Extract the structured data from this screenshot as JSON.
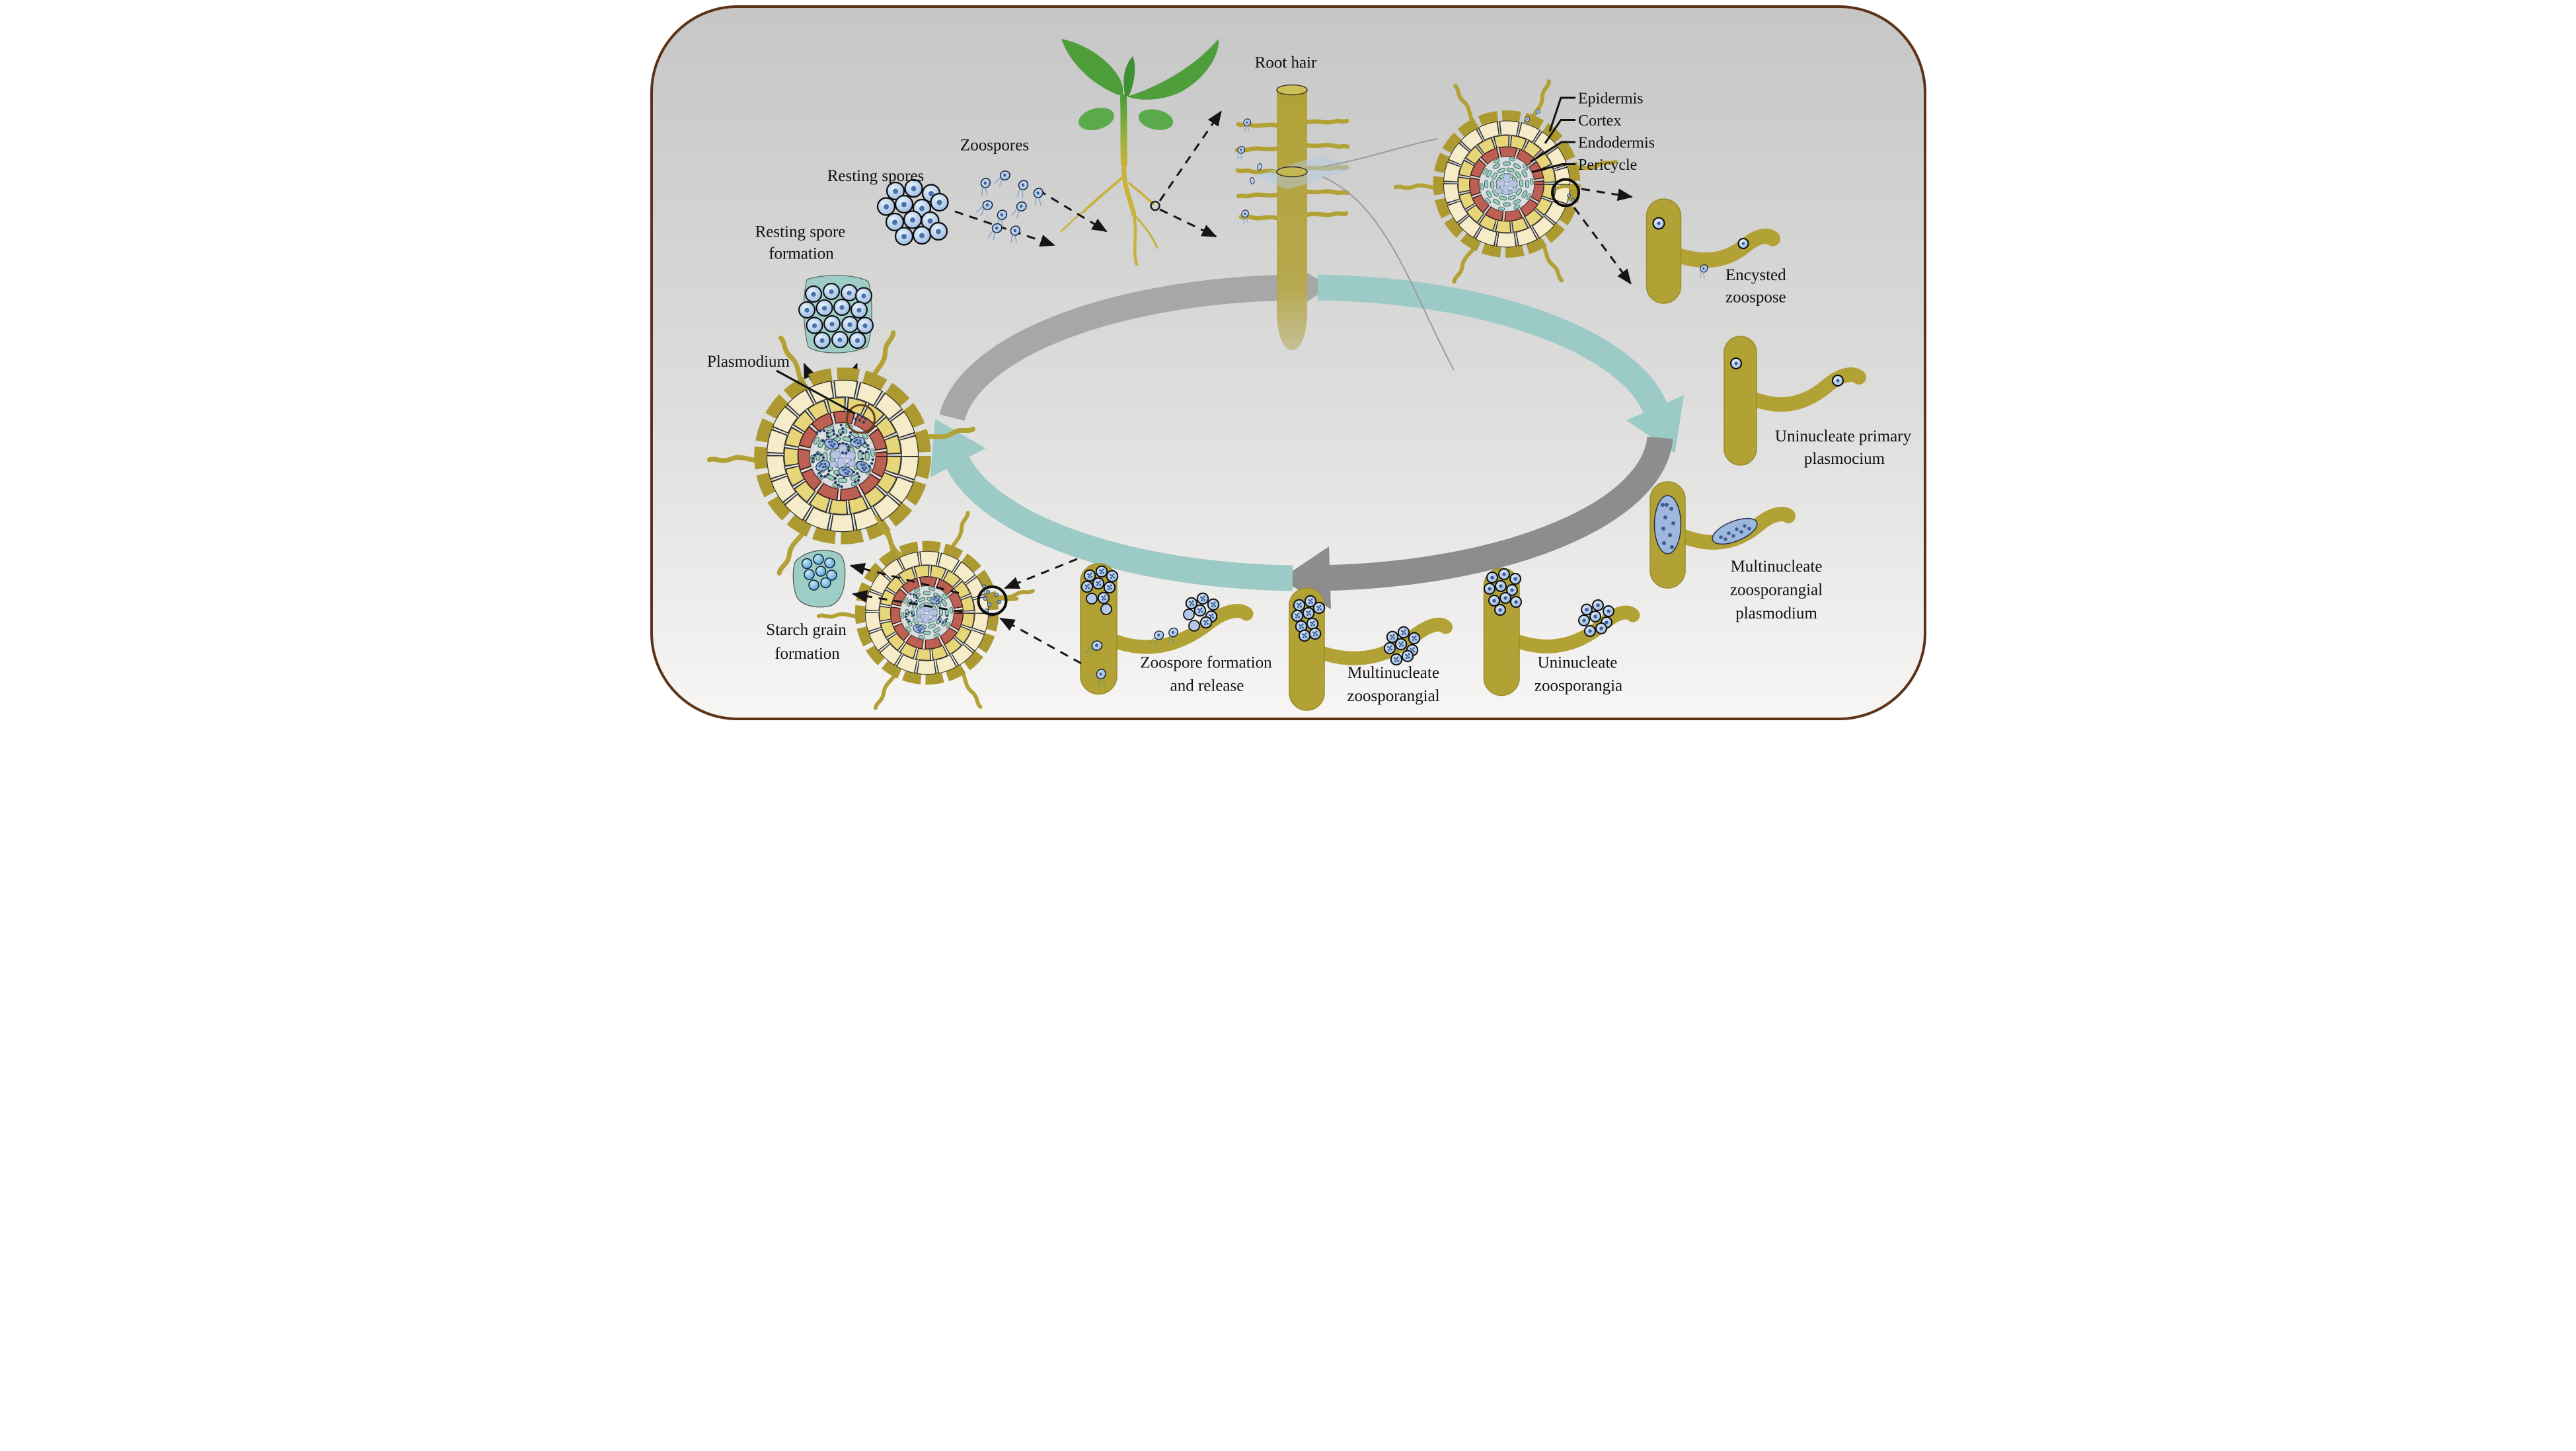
{
  "figure": {
    "description": "Life cycle diagram of a root-infecting pathogen drawn inside a rounded brown border"
  },
  "labels": {
    "zoospores": "Zoospores",
    "resting_spores": "Resting spores",
    "resting_spore_formation": [
      "Resting spore",
      "formation"
    ],
    "plasmodium": "Plasmodium",
    "root_hair": "Root hair",
    "layers": [
      "Epidermis",
      "Cortex",
      "Endodermis",
      "Pericycle"
    ],
    "encysted_zoospore": [
      "Encysted",
      "zoospose"
    ],
    "uninucleate_primary": [
      "Uninucleate primary",
      "plasmocium"
    ],
    "multinucleate_plasmodium": [
      "Multinucleate",
      "zoosporangial",
      "plasmodium"
    ],
    "uninucleate_zoosporangia": [
      "Uninucleate",
      "zoosporangia"
    ],
    "multinucleate_zoosporangial": [
      "Multinucleate",
      "zoosporangial"
    ],
    "zoospore_release": [
      "Zoospore formation",
      "and release"
    ],
    "starch_grain": [
      "Starch grain",
      "formation"
    ]
  },
  "colors": {
    "teal_arrow": "#9ccac6",
    "gray_arrow_light": "#a7a7a7",
    "gray_arrow_dark": "#8d8d8d",
    "border_brown": "#5c3317",
    "root_olive": "#b2a135",
    "cream_cell": "#f6ecca",
    "yellow_cell": "#e7d579",
    "endodermis_red": "#bd6054",
    "stele_teal": "#9fcfc3",
    "vascular_blue": "#b9c4e4",
    "spore_blue": "#86abd6",
    "starch_blue": "#3f96cf",
    "cell_blob_teal": "#9ecdc6",
    "leaf_green": "#4f9e3c",
    "background_top": "#c6c6c6",
    "background_bottom": "#f7f6f4"
  }
}
